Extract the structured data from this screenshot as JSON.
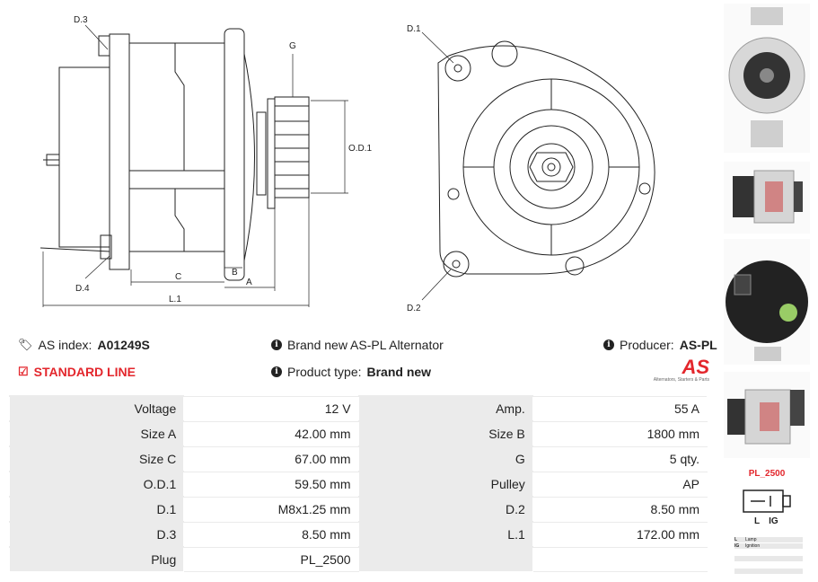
{
  "drawing_labels": {
    "d3": "D.3",
    "d4": "D.4",
    "g": "G",
    "od1": "O.D.1",
    "c": "C",
    "b": "B",
    "a": "A",
    "l1": "L.1",
    "d1": "D.1",
    "d2": "D.2"
  },
  "info": {
    "as_index_label": "AS index:",
    "as_index_value": "A01249S",
    "line": "STANDARD LINE",
    "brand_new_text": "Brand new AS-PL Alternator",
    "product_type_label": "Product type:",
    "product_type_value": "Brand new",
    "producer_label": "Producer:",
    "producer_value": "AS-PL"
  },
  "logo": {
    "text": "AS",
    "tagline": "Alternators, Starters & Parts",
    "color": "#e3262c"
  },
  "specs": [
    {
      "k1": "Voltage",
      "v1": "12 V",
      "k2": "Amp.",
      "v2": "55 A"
    },
    {
      "k1": "Size A",
      "v1": "42.00 mm",
      "k2": "Size B",
      "v2": "1800 mm"
    },
    {
      "k1": "Size C",
      "v1": "67.00 mm",
      "k2": "G",
      "v2": "5 qty."
    },
    {
      "k1": "O.D.1",
      "v1": "59.50 mm",
      "k2": "Pulley",
      "v2": "AP"
    },
    {
      "k1": "D.1",
      "v1": "M8x1.25 mm",
      "k2": "D.2",
      "v2": "8.50 mm"
    },
    {
      "k1": "D.3",
      "v1": "8.50 mm",
      "k2": "L.1",
      "v2": "172.00 mm"
    },
    {
      "k1": "Plug",
      "v1": "PL_2500",
      "k2": "",
      "v2": ""
    }
  ],
  "plug": {
    "name": "PL_2500",
    "pin_l": "L",
    "pin_ig": "IG",
    "legend": [
      {
        "k": "L",
        "v": "Lamp"
      },
      {
        "k": "IG",
        "v": "Ignition"
      }
    ]
  }
}
